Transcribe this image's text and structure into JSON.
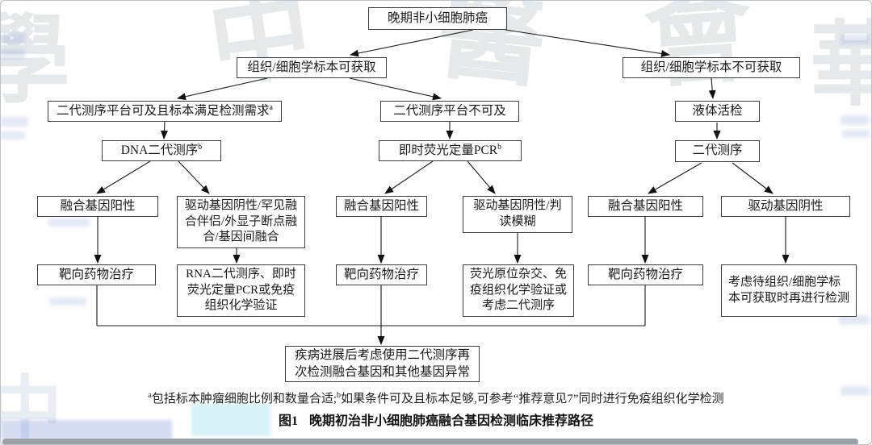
{
  "diagram": {
    "nodes": {
      "root": {
        "label": "晚期非小细胞肺癌"
      },
      "l2_left": {
        "label": "组织/细胞学标本可获取"
      },
      "l2_right": {
        "label": "组织/细胞学标本不可获取"
      },
      "l3_ngs_ok": {
        "label": "二代测序平台可及且标本满足检测需求",
        "sup": "a"
      },
      "l3_ngs_no": {
        "label": "二代测序平台不可及"
      },
      "liquid": {
        "label": "液体活检"
      },
      "dna_ngs": {
        "label": "DNA二代测序",
        "sup": "b"
      },
      "rt_pcr": {
        "label": "即时荧光定量PCR",
        "sup": "b"
      },
      "ngs_right": {
        "label": "二代测序"
      },
      "fusion_pos_1": {
        "label": "融合基因阳性"
      },
      "driver_neg_1": {
        "label": "驱动基因阴性/罕见融合伴侣/外显子断点融合/基因间融合"
      },
      "fusion_pos_2": {
        "label": "融合基因阳性"
      },
      "ambiguous": {
        "label": "驱动基因阴性/判读模糊"
      },
      "fusion_pos_3": {
        "label": "融合基因阳性"
      },
      "driver_neg_3": {
        "label": "驱动基因阴性"
      },
      "target_1": {
        "label": "靶向药物治疗"
      },
      "validate_1": {
        "label": "RNA二代测序、即时荧光定量PCR或免疫组织化学验证"
      },
      "target_2": {
        "label": "靶向药物治疗"
      },
      "validate_2": {
        "label": "荧光原位杂交、免疫组织化学验证或考虑二代测序"
      },
      "target_3": {
        "label": "靶向药物治疗"
      },
      "retest": {
        "label": "考虑待组织/细胞学标本可获取时再进行检测"
      },
      "progression": {
        "label": "疾病进展后考虑使用二代测序再次检测融合基因和其他基因异常"
      }
    },
    "footnote": {
      "sup_a": "a",
      "part1": "包括标本肿瘤细胞比例和数量合适;",
      "sup_b": "b",
      "part2": "如果条件可及且标本足够,可参考“推荐意见7”同时进行免疫组织化学检测"
    },
    "caption": {
      "label": "图1",
      "text": "晚期初治非小细胞肺癌融合基因检测临床推荐路径"
    }
  },
  "watermark": {
    "glyphs": [
      "學",
      "中",
      "醫",
      "會",
      "華",
      "中"
    ]
  },
  "colors": {
    "box_border": "#3c3c3c",
    "line": "#1a1a1a",
    "watermark": "#a9b6c0",
    "scrollbar": "#9aa0a6"
  }
}
